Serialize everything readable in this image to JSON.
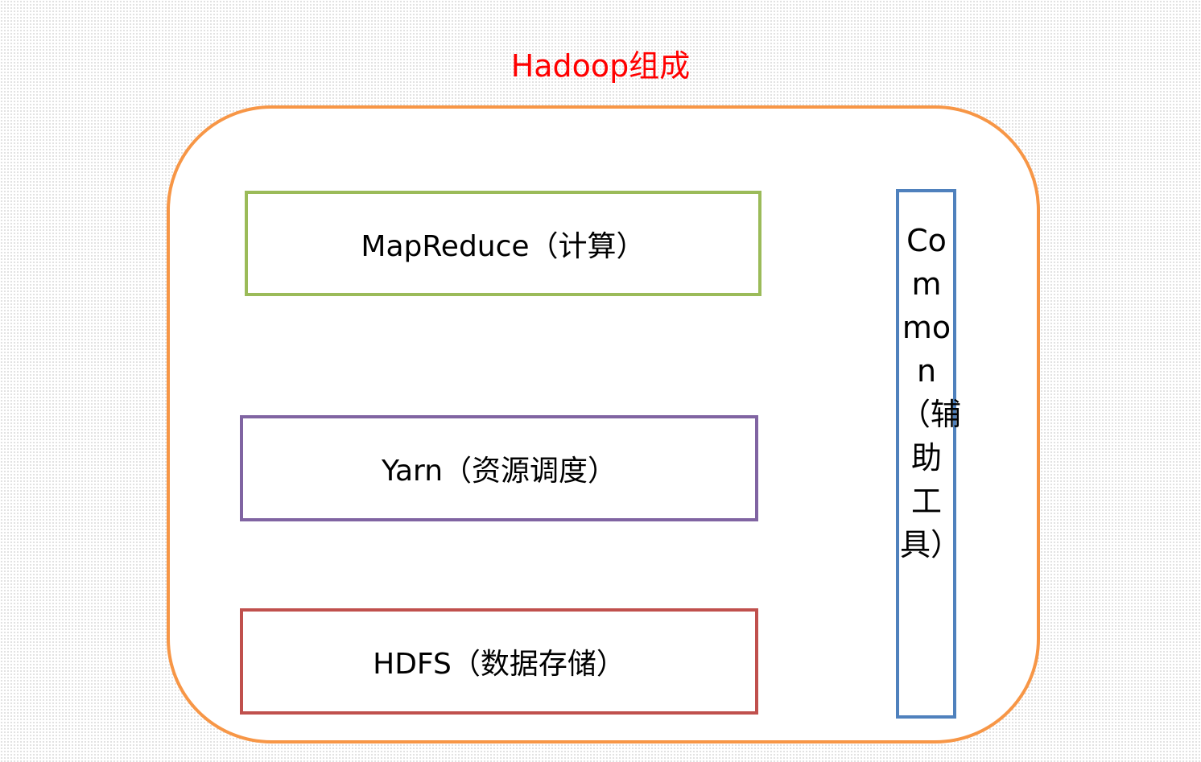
{
  "diagram": {
    "title": "Hadoop组成",
    "components": {
      "mapreduce": "MapReduce（计算）",
      "yarn": "Yarn（资源调度）",
      "hdfs": "HDFS（数据存储）",
      "common": "Common（辅助工具）"
    },
    "colors": {
      "title": "#ff0000",
      "outer_border": "#f79646",
      "mapreduce_border": "#9bbb59",
      "yarn_border": "#8064a2",
      "hdfs_border": "#c0504d",
      "common_border": "#4f81bd"
    }
  }
}
